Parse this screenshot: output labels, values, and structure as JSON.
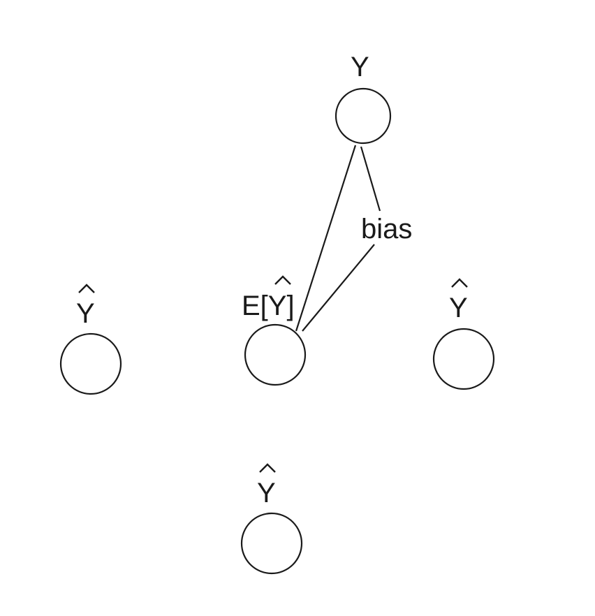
{
  "diagram": {
    "nodes": {
      "truth": {
        "label": "Y"
      },
      "expected": {
        "label_prefix": "E[",
        "label_core": "Y",
        "label_suffix": "]"
      },
      "estimate_left": {
        "label": "Y"
      },
      "estimate_right": {
        "label": "Y"
      },
      "estimate_bottom": {
        "label": "Y"
      }
    },
    "edges": {
      "bias": {
        "label": "bias"
      }
    },
    "colors": {
      "stroke": "#1a1a1a",
      "background": "#ffffff"
    }
  }
}
